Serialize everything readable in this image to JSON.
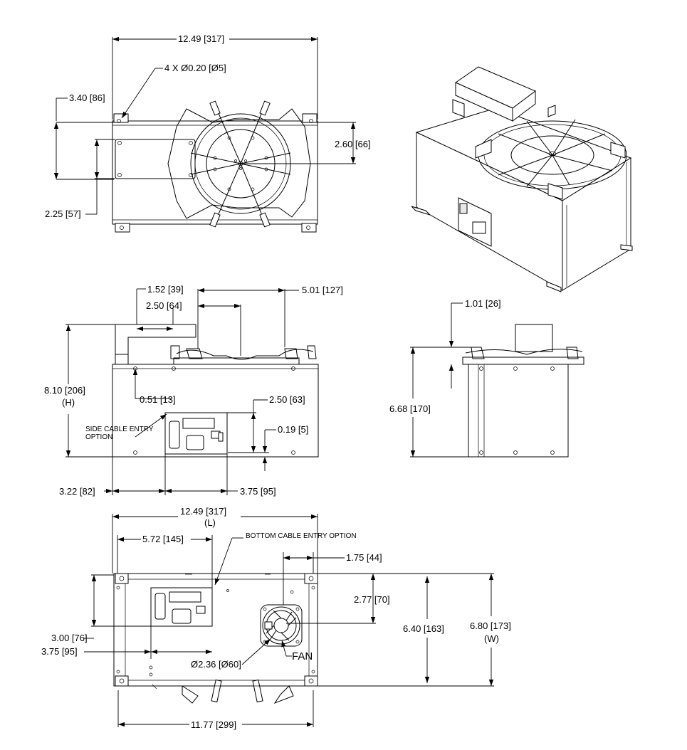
{
  "top_view": {
    "width": "12.49 [317]",
    "holes": "4 X Ø0.20 [Ø5]",
    "edge_offset": "3.40 [86]",
    "hub_offset": "2.60 [66]",
    "box_height": "2.25 [57]"
  },
  "front_view": {
    "d1": "1.52 [39]",
    "d2": "2.50 [64]",
    "d3": "5.01 [127]",
    "height": "8.10 [206]",
    "height_label": "(H)",
    "d4": "0.51 [13]",
    "d5": "2.50 [63]",
    "d6": "0.19 [5]",
    "side_note_1": "SIDE CABLE ENTRY",
    "side_note_2": "OPTION",
    "d7": "3.22 [82]",
    "d8": "3.75 [95]"
  },
  "side_view": {
    "d1": "1.01 [26]",
    "height": "6.68 [170]"
  },
  "bottom_view": {
    "length": "12.49 [317]",
    "length_label": "(L)",
    "d1": "5.72 [145]",
    "bottom_note": "BOTTOM CABLE ENTRY OPTION",
    "d2": "1.75 [44]",
    "d3": "2.77 [70]",
    "d4": "6.40 [163]",
    "width": "6.80 [173]",
    "width_label": "(W)",
    "d5": "3.00 [76]",
    "d6": "3.75 [95]",
    "fan_dia": "Ø2.36 [Ø60]",
    "fan": "FAN",
    "base": "11.77 [299]"
  }
}
